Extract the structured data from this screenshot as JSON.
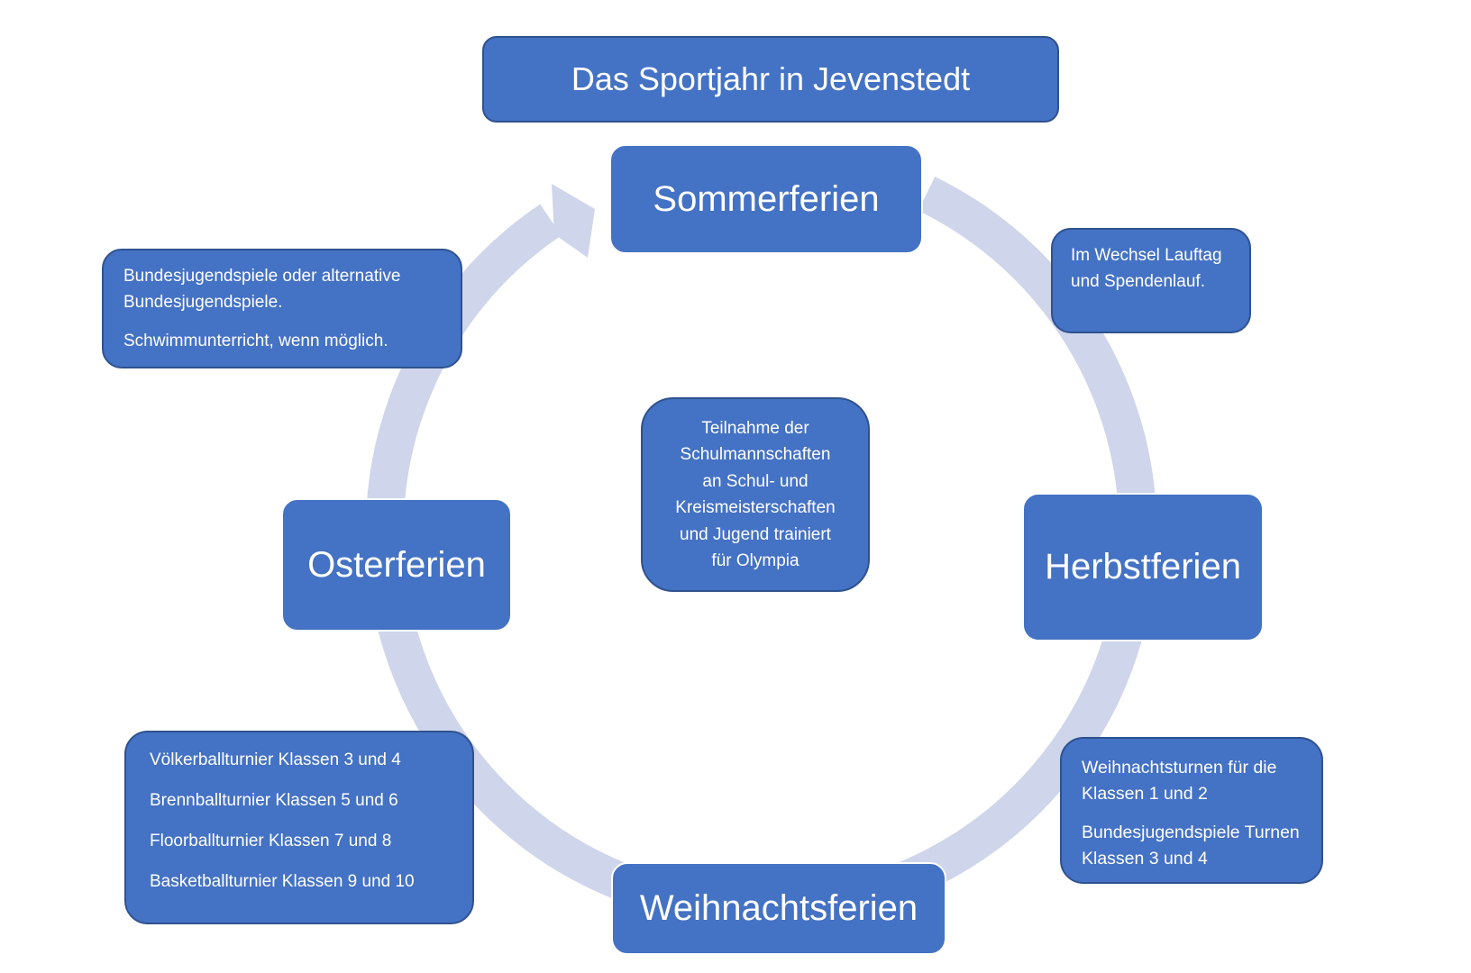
{
  "diagram": {
    "title": "Das Sportjahr in Jevenstedt",
    "colors": {
      "box_fill": "#4472c4",
      "box_border": "#2f528f",
      "ring": "#cfd5ea",
      "text": "#ffffff"
    },
    "seasons": {
      "sommer": "Sommerferien",
      "herbst": "Herbstferien",
      "weihnacht": "Weihnachtsferien",
      "oster": "Osterferien"
    },
    "center": {
      "lines": [
        "Teilnahme der",
        "Schulmannschaften",
        "an Schul- und",
        "Kreismeisterschaften",
        "und Jugend trainiert",
        "für Olympia"
      ]
    },
    "notes": {
      "sommer_to_herbst": {
        "paragraphs": [
          "Im Wechsel Lauftag und Spendenlauf."
        ]
      },
      "herbst_to_weihnacht": {
        "paragraphs": [
          "Weihnachtsturnen für die Klassen 1 und 2",
          "Bundesjugendspiele Turnen Klassen 3 und 4"
        ]
      },
      "weihnacht_to_oster": {
        "paragraphs": [
          "Völkerballturnier Klassen 3 und 4",
          "Brennballturnier Klassen 5 und 6",
          "Floorballturnier Klassen 7 und 8",
          "Basketballturnier Klassen 9 und 10"
        ]
      },
      "oster_to_sommer": {
        "paragraphs": [
          "Bundesjugendspiele oder alternative Bundesjugendspiele.",
          "Schwimmunterricht, wenn möglich."
        ]
      }
    },
    "cycle_arrow": "arrow-icon"
  }
}
